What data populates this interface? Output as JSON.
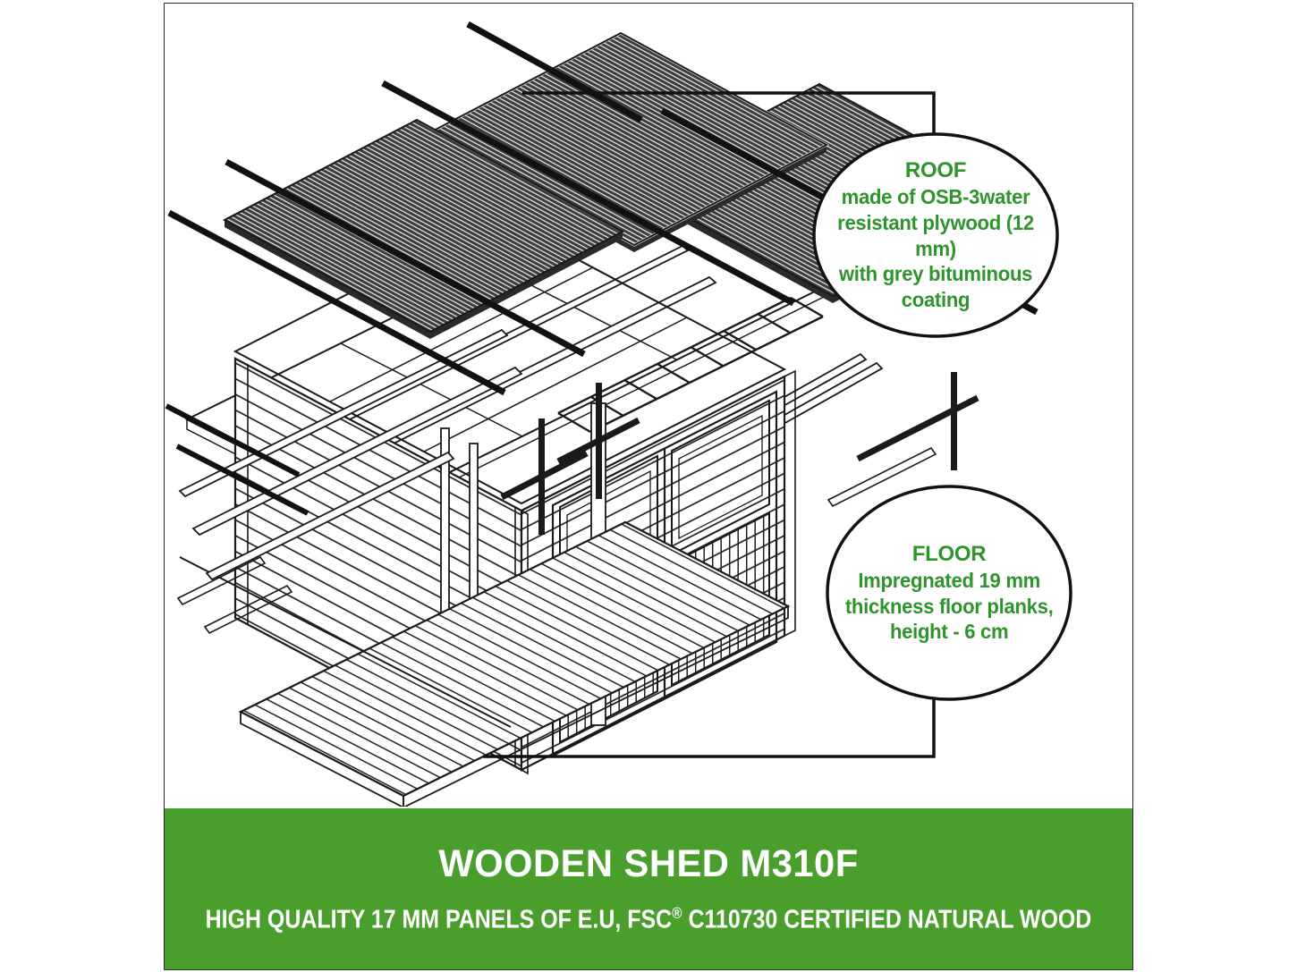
{
  "diagram": {
    "name": "wooden shed exploded assembly drawing",
    "callouts": {
      "roof": {
        "title": "ROOF",
        "body": "made of OSB-3water\nresistant plywood (12 mm)\nwith grey bituminous\ncoating"
      },
      "floor": {
        "title": "FLOOR",
        "body": "Impregnated 19 mm\nthickness floor planks,\nheight - 6 cm"
      }
    },
    "colors": {
      "callout_text_green": "#2e942c",
      "line_color": "#1a1a1a",
      "panel_dark": "#3d3d3d"
    }
  },
  "banner": {
    "title": "WOODEN SHED M310F",
    "subtitle_prefix": "HIGH QUALITY 17 MM PANELS OF E.U, FSC",
    "subtitle_reg": "®",
    "subtitle_suffix": " C110730 CERTIFIED NATURAL WOOD",
    "background": "#4a9e2c",
    "text_color": "#ffffff"
  }
}
